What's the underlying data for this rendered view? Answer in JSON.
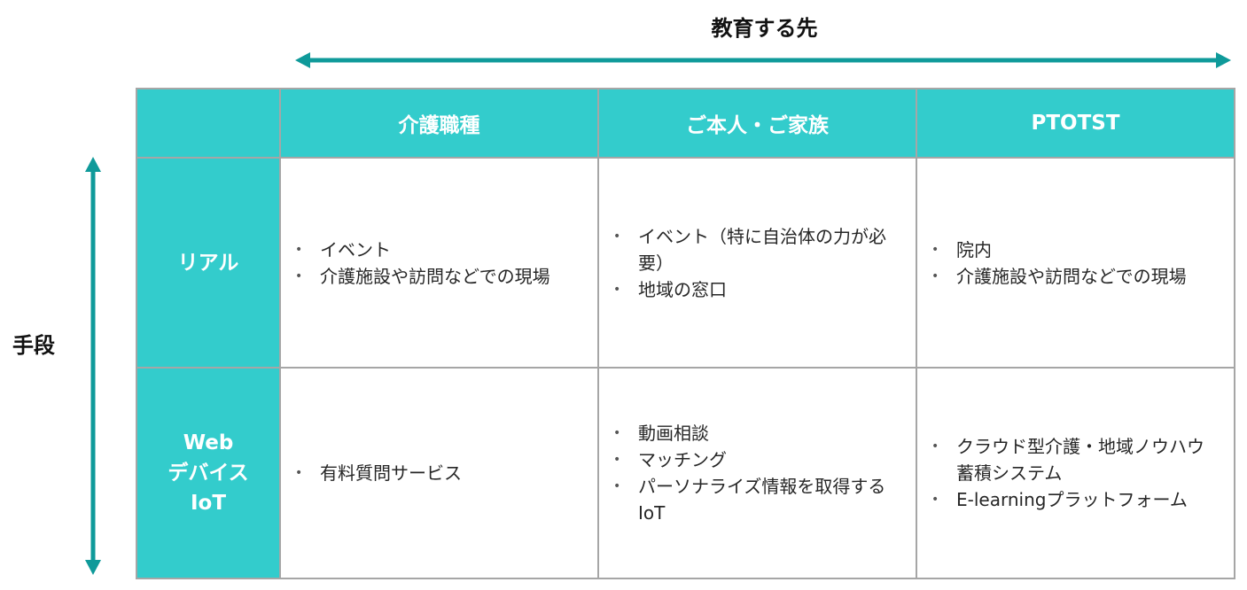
{
  "axes": {
    "horizontal_label": "教育する先",
    "vertical_label": "手段"
  },
  "colors": {
    "accent": "#33cccc",
    "arrow": "#0f9a9a",
    "grid": "#a6a6a6"
  },
  "columns": [
    "介護職種",
    "ご本人・ご家族",
    "PTOTST"
  ],
  "rows": [
    {
      "label_lines": [
        "リアル"
      ],
      "cells": [
        [
          "イベント",
          "介護施設や訪問などでの現場"
        ],
        [
          "イベント（特に自治体の力が必要）",
          "地域の窓口"
        ],
        [
          "院内",
          "介護施設や訪問などでの現場"
        ]
      ]
    },
    {
      "label_lines": [
        "Web",
        "デバイス",
        "IoT"
      ],
      "cells": [
        [
          "有料質問サービス"
        ],
        [
          "動画相談",
          "マッチング",
          "パーソナライズ情報を取得するIoT"
        ],
        [
          "クラウド型介護・地域ノウハウ蓄積システム",
          "E-learningプラットフォーム"
        ]
      ]
    }
  ]
}
